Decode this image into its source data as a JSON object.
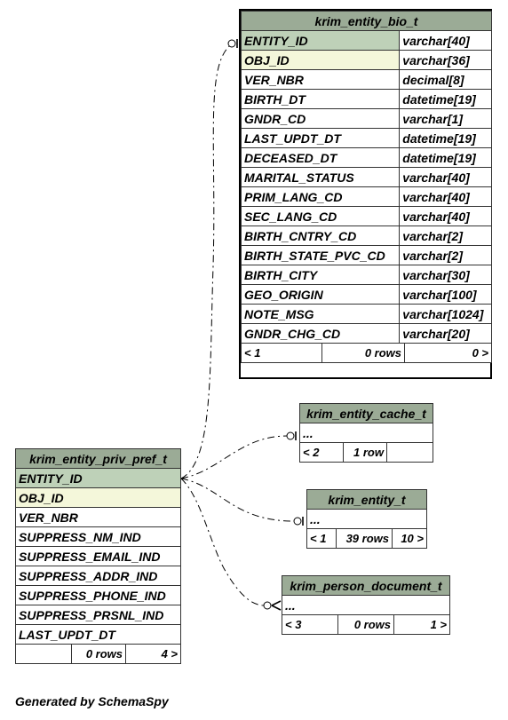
{
  "tables": {
    "bio": {
      "name": "krim_entity_bio_t",
      "columns": [
        {
          "name": "ENTITY_ID",
          "type": "varchar[40]"
        },
        {
          "name": "OBJ_ID",
          "type": "varchar[36]"
        },
        {
          "name": "VER_NBR",
          "type": "decimal[8]"
        },
        {
          "name": "BIRTH_DT",
          "type": "datetime[19]"
        },
        {
          "name": "GNDR_CD",
          "type": "varchar[1]"
        },
        {
          "name": "LAST_UPDT_DT",
          "type": "datetime[19]"
        },
        {
          "name": "DECEASED_DT",
          "type": "datetime[19]"
        },
        {
          "name": "MARITAL_STATUS",
          "type": "varchar[40]"
        },
        {
          "name": "PRIM_LANG_CD",
          "type": "varchar[40]"
        },
        {
          "name": "SEC_LANG_CD",
          "type": "varchar[40]"
        },
        {
          "name": "BIRTH_CNTRY_CD",
          "type": "varchar[2]"
        },
        {
          "name": "BIRTH_STATE_PVC_CD",
          "type": "varchar[2]"
        },
        {
          "name": "BIRTH_CITY",
          "type": "varchar[30]"
        },
        {
          "name": "GEO_ORIGIN",
          "type": "varchar[100]"
        },
        {
          "name": "NOTE_MSG",
          "type": "varchar[1024]"
        },
        {
          "name": "GNDR_CHG_CD",
          "type": "varchar[20]"
        }
      ],
      "footer": {
        "parents": "< 1",
        "rows": "0 rows",
        "children": "0 >"
      }
    },
    "cache": {
      "name": "krim_entity_cache_t",
      "placeholder": "...",
      "footer": {
        "parents": "< 2",
        "rows": "1 row",
        "children": ""
      }
    },
    "entity": {
      "name": "krim_entity_t",
      "placeholder": "...",
      "footer": {
        "parents": "< 1",
        "rows": "39 rows",
        "children": "10 >"
      }
    },
    "persondoc": {
      "name": "krim_person_document_t",
      "placeholder": "...",
      "footer": {
        "parents": "< 3",
        "rows": "0 rows",
        "children": "1 >"
      }
    },
    "privpref": {
      "name": "krim_entity_priv_pref_t",
      "columns": [
        "ENTITY_ID",
        "OBJ_ID",
        "VER_NBR",
        "SUPPRESS_NM_IND",
        "SUPPRESS_EMAIL_IND",
        "SUPPRESS_ADDR_IND",
        "SUPPRESS_PHONE_IND",
        "SUPPRESS_PRSNL_IND",
        "LAST_UPDT_DT"
      ],
      "footer": {
        "parents": "",
        "rows": "0 rows",
        "children": "4 >"
      }
    }
  },
  "colors": {
    "header": "#9bab96",
    "primary_key": "#bed1b8",
    "foreign_key": "#f4f7da",
    "border": "#333333"
  },
  "footer_note": "Generated by SchemaSpy"
}
